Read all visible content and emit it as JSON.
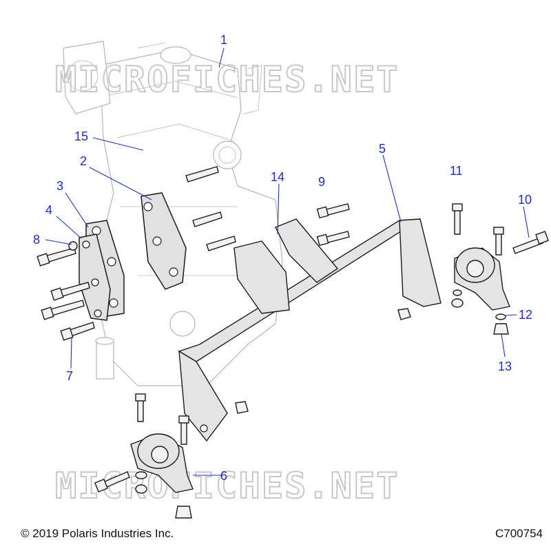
{
  "watermarks": [
    "MICROFICHES.NET",
    "MICROFICHES.NET"
  ],
  "callouts": [
    {
      "id": "1",
      "label": "1"
    },
    {
      "id": "2",
      "label": "2"
    },
    {
      "id": "3",
      "label": "3"
    },
    {
      "id": "4",
      "label": "4"
    },
    {
      "id": "5",
      "label": "5"
    },
    {
      "id": "6",
      "label": "6"
    },
    {
      "id": "7",
      "label": "7"
    },
    {
      "id": "8",
      "label": "8"
    },
    {
      "id": "9",
      "label": "9"
    },
    {
      "id": "10",
      "label": "10"
    },
    {
      "id": "11",
      "label": "11"
    },
    {
      "id": "12",
      "label": "12"
    },
    {
      "id": "13",
      "label": "13"
    },
    {
      "id": "14",
      "label": "14"
    },
    {
      "id": "15",
      "label": "15"
    }
  ],
  "footer": {
    "copyright": "© 2019 Polaris Industries Inc.",
    "figure_id": "C700754"
  },
  "colors": {
    "callout": "#1f2fbf",
    "part_fill": "#e4e4e4",
    "engine_outline": "#b5b5b5",
    "watermark": "#c8c8c8"
  }
}
